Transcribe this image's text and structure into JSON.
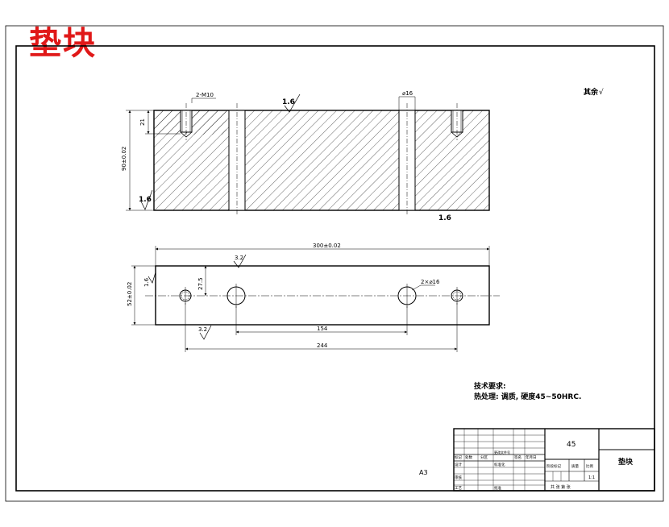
{
  "title_stamp": "垫块",
  "roughness_other": "其余",
  "roughness_symbol": "√",
  "front_view": {
    "dim_thread": "2-M10",
    "dim_hole": "⌀16",
    "dim_depth": "21",
    "dim_height": "90±0.02",
    "roughness_top": "1.6",
    "roughness_left": "1.6",
    "roughness_right_face": "1.6"
  },
  "top_view": {
    "dim_length": "300±0.02",
    "dim_width": "52±0.02",
    "dim_offset": "27.5",
    "dim_hole_spacing": "154",
    "dim_thread_spacing": "244",
    "dim_holes": "2×⌀16",
    "roughness_top": "3.2",
    "roughness_bottom": "3.2",
    "roughness_side": "1.6"
  },
  "tech_requirements": {
    "heading": "技术要求:",
    "line1": "热处理: 调质, 硬度45~50HRC."
  },
  "sheet_size": "A3",
  "title_block": {
    "material": "45",
    "part_name": "垫块",
    "scale": "1:1",
    "sheet_info": "共 张 第 张",
    "labels": [
      "标记",
      "处数",
      "分区",
      "更改文件号",
      "签名",
      "年月日",
      "设计",
      "标准化",
      "阶段标记",
      "质量",
      "比例",
      "审核",
      "工艺",
      "批准"
    ]
  }
}
